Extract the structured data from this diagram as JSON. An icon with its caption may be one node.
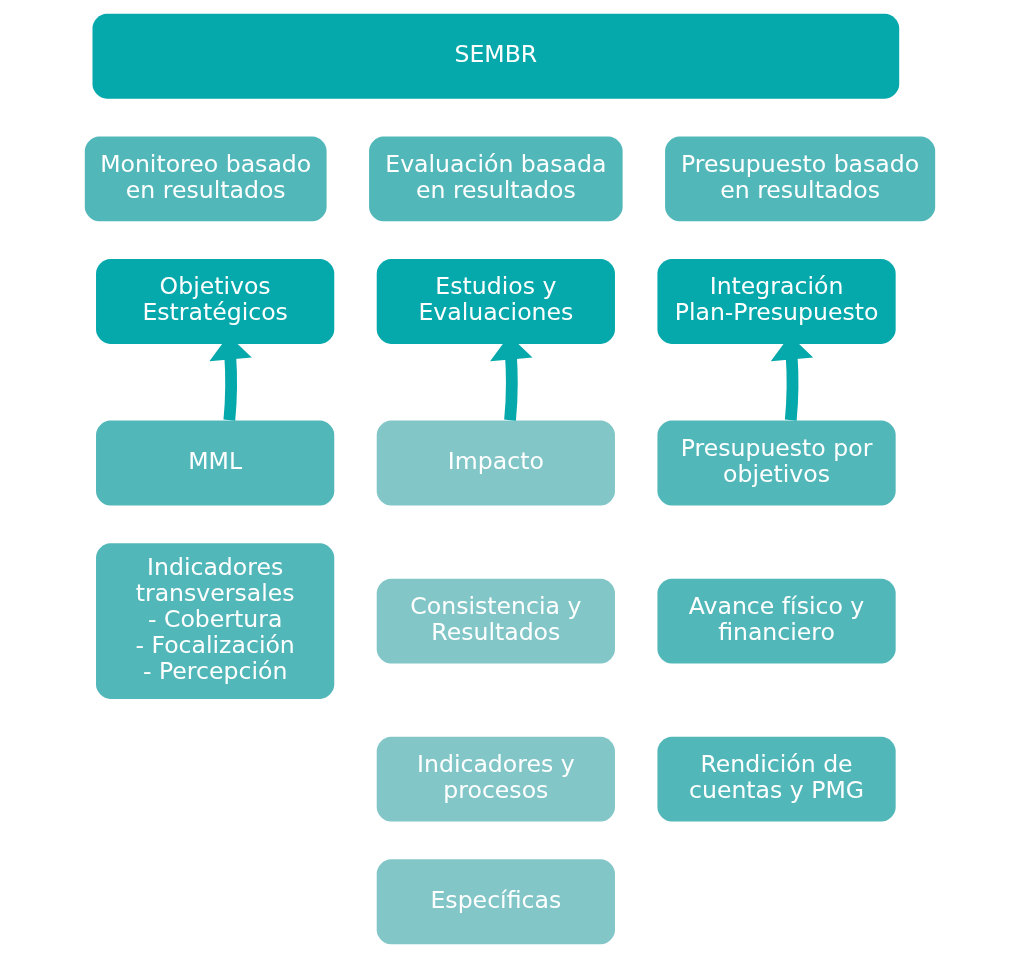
{
  "diagram": {
    "nodes": [
      {
        "text": [
          "SEMBR"
        ]
      },
      {
        "text": [
          "Monitoreo basado en resultados"
        ]
      },
      {
        "text": [
          "Evaluación basada en resultados"
        ]
      },
      {
        "text": [
          "Presupuesto basado en resultados"
        ]
      },
      {
        "text": [
          "Objetivos Estratégicos"
        ]
      },
      {
        "text": [
          "Estudios y Evaluaciones"
        ]
      },
      {
        "text": [
          "Integración Plan-Presupuesto"
        ]
      },
      {
        "text": [
          "MML"
        ]
      },
      {
        "text": [
          "Indicadores transversales",
          "- Cobertura",
          "- Focalización",
          "- Percepción"
        ]
      },
      {
        "text": [
          "Impacto"
        ]
      },
      {
        "text": [
          "Consistencia y Resultados"
        ]
      },
      {
        "text": [
          "Indicadores y procesos"
        ]
      },
      {
        "text": [
          "Específicas"
        ]
      },
      {
        "text": [
          "Presupuesto por objetivos"
        ]
      },
      {
        "text": [
          "Avance físico y financiero"
        ]
      },
      {
        "text": [
          "Rendición de cuentas y PMG"
        ]
      }
    ],
    "edges": [
      {
        "from": 7,
        "to": 4,
        "arrow": "to"
      },
      {
        "from": 9,
        "to": 5,
        "arrow": "to"
      },
      {
        "from": 13,
        "to": 6,
        "arrow": "to"
      }
    ]
  }
}
